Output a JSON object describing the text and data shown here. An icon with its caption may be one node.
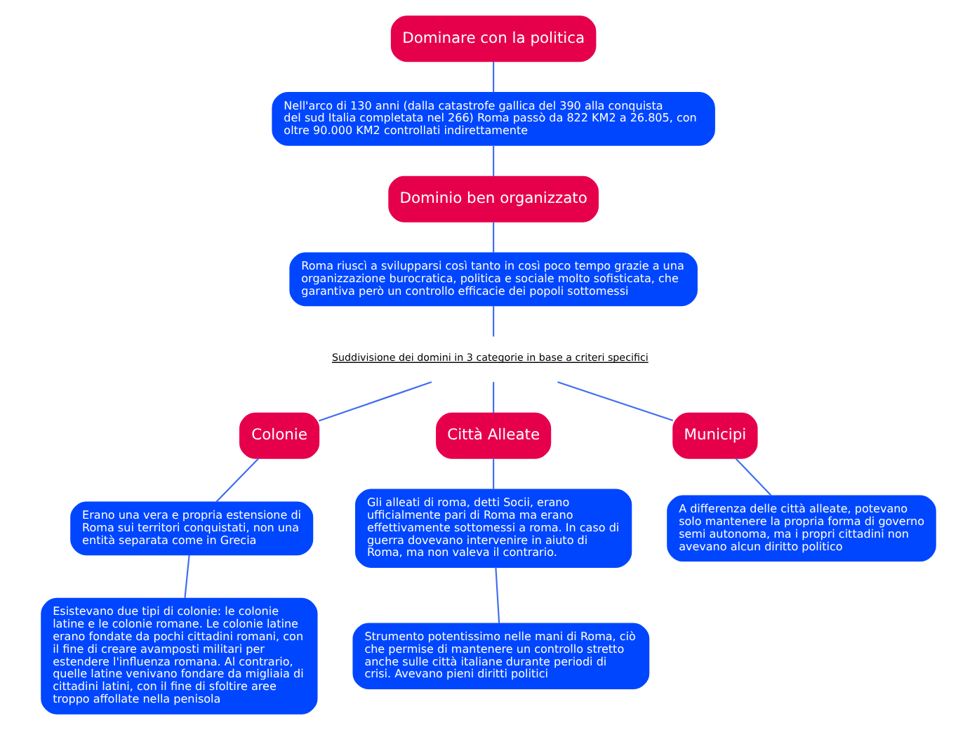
{
  "diagram": {
    "nodes": [
      {
        "text": [
          "Dominare con la politica"
        ]
      },
      {
        "text": [
          "Nell'arco di 130 anni (dalla catastrofe gallica del 390 alla conquista del sud Italia completata nel 266) Roma passò da 822 KM2 a 26.805, con oltre 90.000 KM2 controllati indirettamente"
        ]
      },
      {
        "text": [
          "Dominio ben organizzato"
        ]
      },
      {
        "text": [
          "Roma riuscì a svilupparsi così tanto in così poco tempo grazie a una organizzazione burocratica, politica e sociale molto sofisticata, che garantiva però un controllo efficacie dei popoli sottomessi"
        ]
      },
      {
        "text": [
          "Suddivisione dei domini in 3 categorie in base a criteri specifici"
        ]
      },
      {
        "text": [
          "Colonie"
        ]
      },
      {
        "text": [
          "Città Alleate"
        ]
      },
      {
        "text": [
          "Municipi"
        ]
      },
      {
        "text": [
          "Erano una vera e propria estensione di Roma sui territori conquistati, non una entità separata come in Grecia"
        ]
      },
      {
        "text": [
          "Esistevano due tipi di colonie: le colonie latine e le colonie romane. Le colonie latine erano fondate da pochi cittadini romani, con il fine di creare avamposti militari per estendere l'influenza romana. Al contrario, quelle latine venivano fondare da migliaia di cittadini latini, con il fine di sfoltire aree troppo affollate nella penisola"
        ]
      },
      {
        "text": [
          "Gli alleati di roma, detti Socii, erano ufficialmente pari di Roma ma erano effettivamente sottomessi a roma. In caso di guerra dovevano intervenire in aiuto di Roma, ma non valeva il contrario."
        ]
      },
      {
        "text": [
          "Strumento potentissimo nelle mani di Roma, ciò che permise di mantenere un controllo stretto anche sulle città italiane durante periodi di crisi. Avevano pieni diritti politici"
        ]
      },
      {
        "text": [
          "A differenza delle città alleate, potevano solo mantenere la propria forma di governo semi autonoma, ma i propri cittadini non avevano alcun diritto politico"
        ]
      }
    ],
    "edges": [
      {
        "from": 0,
        "to": 1,
        "arrow": "none"
      },
      {
        "from": 1,
        "to": 2,
        "arrow": "none"
      },
      {
        "from": 2,
        "to": 3,
        "arrow": "none"
      },
      {
        "from": 3,
        "to": 4,
        "arrow": "none"
      },
      {
        "from": 4,
        "to": 5,
        "arrow": "none"
      },
      {
        "from": 4,
        "to": 6,
        "arrow": "none"
      },
      {
        "from": 4,
        "to": 7,
        "arrow": "none"
      },
      {
        "from": 5,
        "to": 8,
        "arrow": "none"
      },
      {
        "from": 8,
        "to": 9,
        "arrow": "none"
      },
      {
        "from": 6,
        "to": 10,
        "arrow": "none"
      },
      {
        "from": 10,
        "to": 11,
        "arrow": "none"
      },
      {
        "from": 7,
        "to": 12,
        "arrow": "none"
      }
    ]
  }
}
